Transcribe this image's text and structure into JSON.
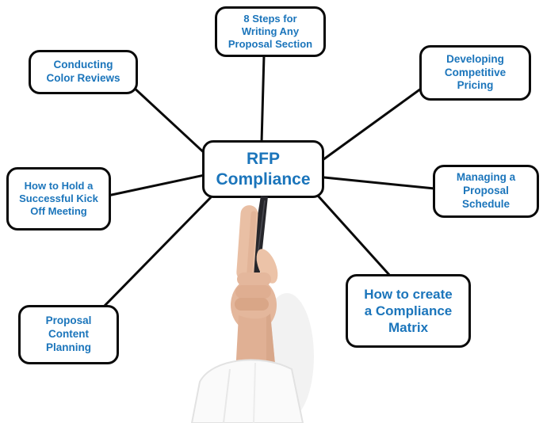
{
  "diagram": {
    "title": "RFP Compliance mind map",
    "center": {
      "label": "RFP\nCompliance"
    },
    "nodes": {
      "steps": {
        "label": "8 Steps for\nWriting Any\nProposal Section"
      },
      "color_reviews": {
        "label": "Conducting\nColor Reviews"
      },
      "pricing": {
        "label": "Developing\nCompetitive\nPricing"
      },
      "kickoff": {
        "label": "How to Hold a\nSuccessful Kick\nOff Meeting"
      },
      "schedule": {
        "label": "Managing a\nProposal\nSchedule"
      },
      "content_planning": {
        "label": "Proposal\nContent\nPlanning"
      },
      "compliance_matrix": {
        "label": "How to create\na Compliance\nMatrix"
      }
    },
    "colors": {
      "node_text": "#1b75bb",
      "node_border": "#0a0a0a",
      "connector": "#000000",
      "background": "#ffffff"
    },
    "imagery": {
      "photo_element": "hand-holding-marker-pen pointing at center node"
    }
  }
}
